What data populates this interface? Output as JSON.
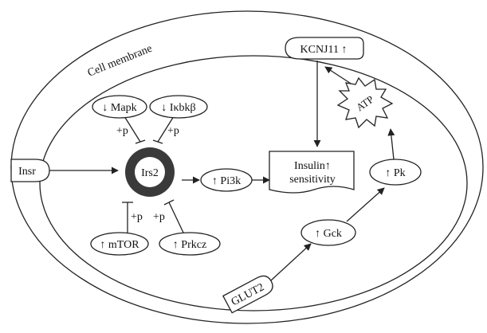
{
  "labels": {
    "cell_membrane": "Cell membrane",
    "kcnj11": "KCNJ11 ↑",
    "atp": "ATP",
    "mapk": "↓ Mapk",
    "ikbkb": "↓ Iκbkβ",
    "p_mapk": "+p",
    "p_ikbkb": "+p",
    "insr": "Insr",
    "irs2": "Irs2",
    "pi3k": "↑ Pi3k",
    "insulin_line1": "Insulin↑",
    "insulin_line2": "sensitivity",
    "pk": "↑ Pk",
    "gck": "↑ Gck",
    "p_mtor": "+p",
    "p_prkcz": "+p",
    "mtor": "↑ mTOR",
    "prkcz": "↑ Prkcz",
    "glut2": "GLUT2"
  },
  "colors": {
    "line": "#222222",
    "irs2_ring": "#3a3a3a",
    "background": "#ffffff"
  }
}
